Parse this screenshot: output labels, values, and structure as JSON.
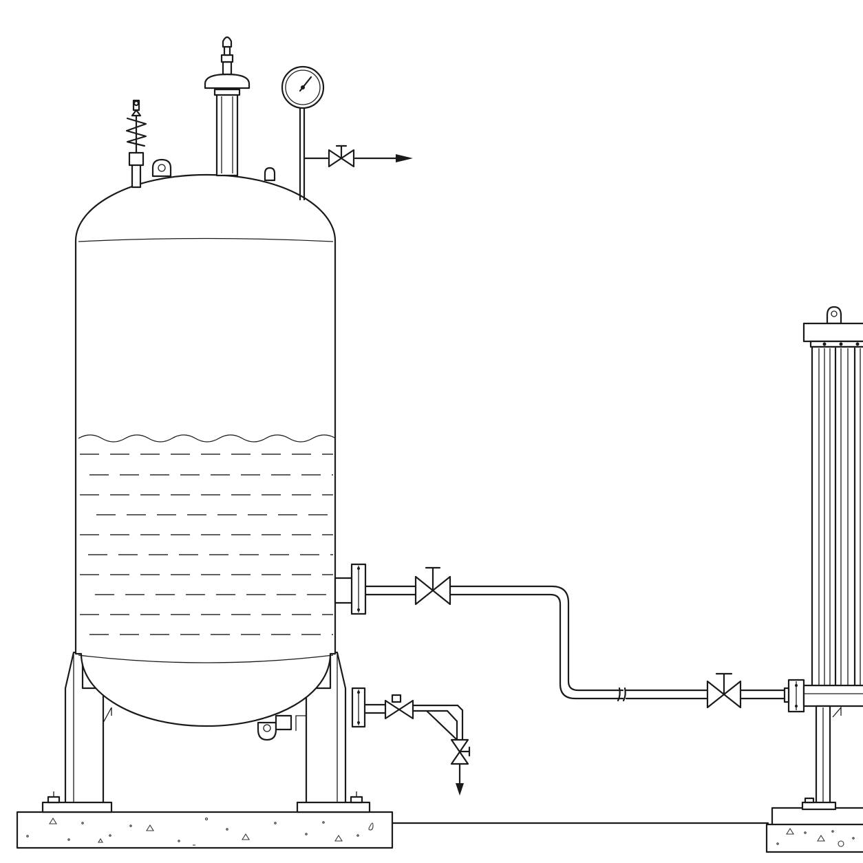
{
  "colors": {
    "line": "#1a1a1a",
    "background": "#ffffff"
  },
  "components": [
    "pressure-vessel",
    "safety-valve-icon",
    "level-gauge-column",
    "pressure-gauge-icon",
    "vent-valve-icon",
    "outlet-nozzle",
    "outlet-gate-valve-icon",
    "transfer-pipe",
    "inlet-gate-valve-icon",
    "filter-housing",
    "drain-nozzle",
    "drain-valve-icon",
    "concrete-foundation"
  ]
}
